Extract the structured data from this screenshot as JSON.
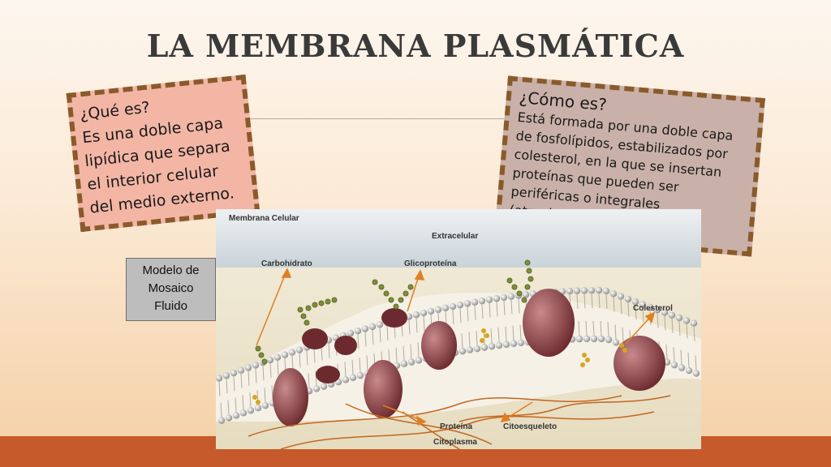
{
  "title": "LA MEMBRANA PLASMÁTICA",
  "left_note": {
    "lines": [
      "¿Qué es?",
      "Es una doble capa",
      "lipídica que separa",
      "el interior celular",
      "del medio externo."
    ]
  },
  "right_note": {
    "heading": "¿Cómo es?",
    "lines": [
      "Está formada por una doble capa",
      "de fosfolípidos, estabilizados por",
      "colesterol, en la que se insertan",
      "proteínas que pueden ser",
      "periféricas o integrales",
      "(atraviesan la membrana)"
    ]
  },
  "model_label": {
    "lines": [
      "Modelo de",
      "Mosaico",
      "Fluido"
    ]
  },
  "diagram": {
    "labels": {
      "membrana": "Membrana Celular",
      "extracelular": "Extracelular",
      "carbohidrato": "Carbohidrato",
      "glicoproteina": "Glicoproteína",
      "colesterol": "Colesterol",
      "proteina": "Proteína",
      "citoesqueleto": "Citoesqueleto",
      "citoplasma": "Citoplasma"
    }
  },
  "colors": {
    "accent_bar": "#c65a2b",
    "left_note_bg": "#f3b6a5",
    "right_note_bg": "#c9b1a9",
    "dash_border": "#8a5a2a",
    "protein": "#8d3b3f"
  }
}
